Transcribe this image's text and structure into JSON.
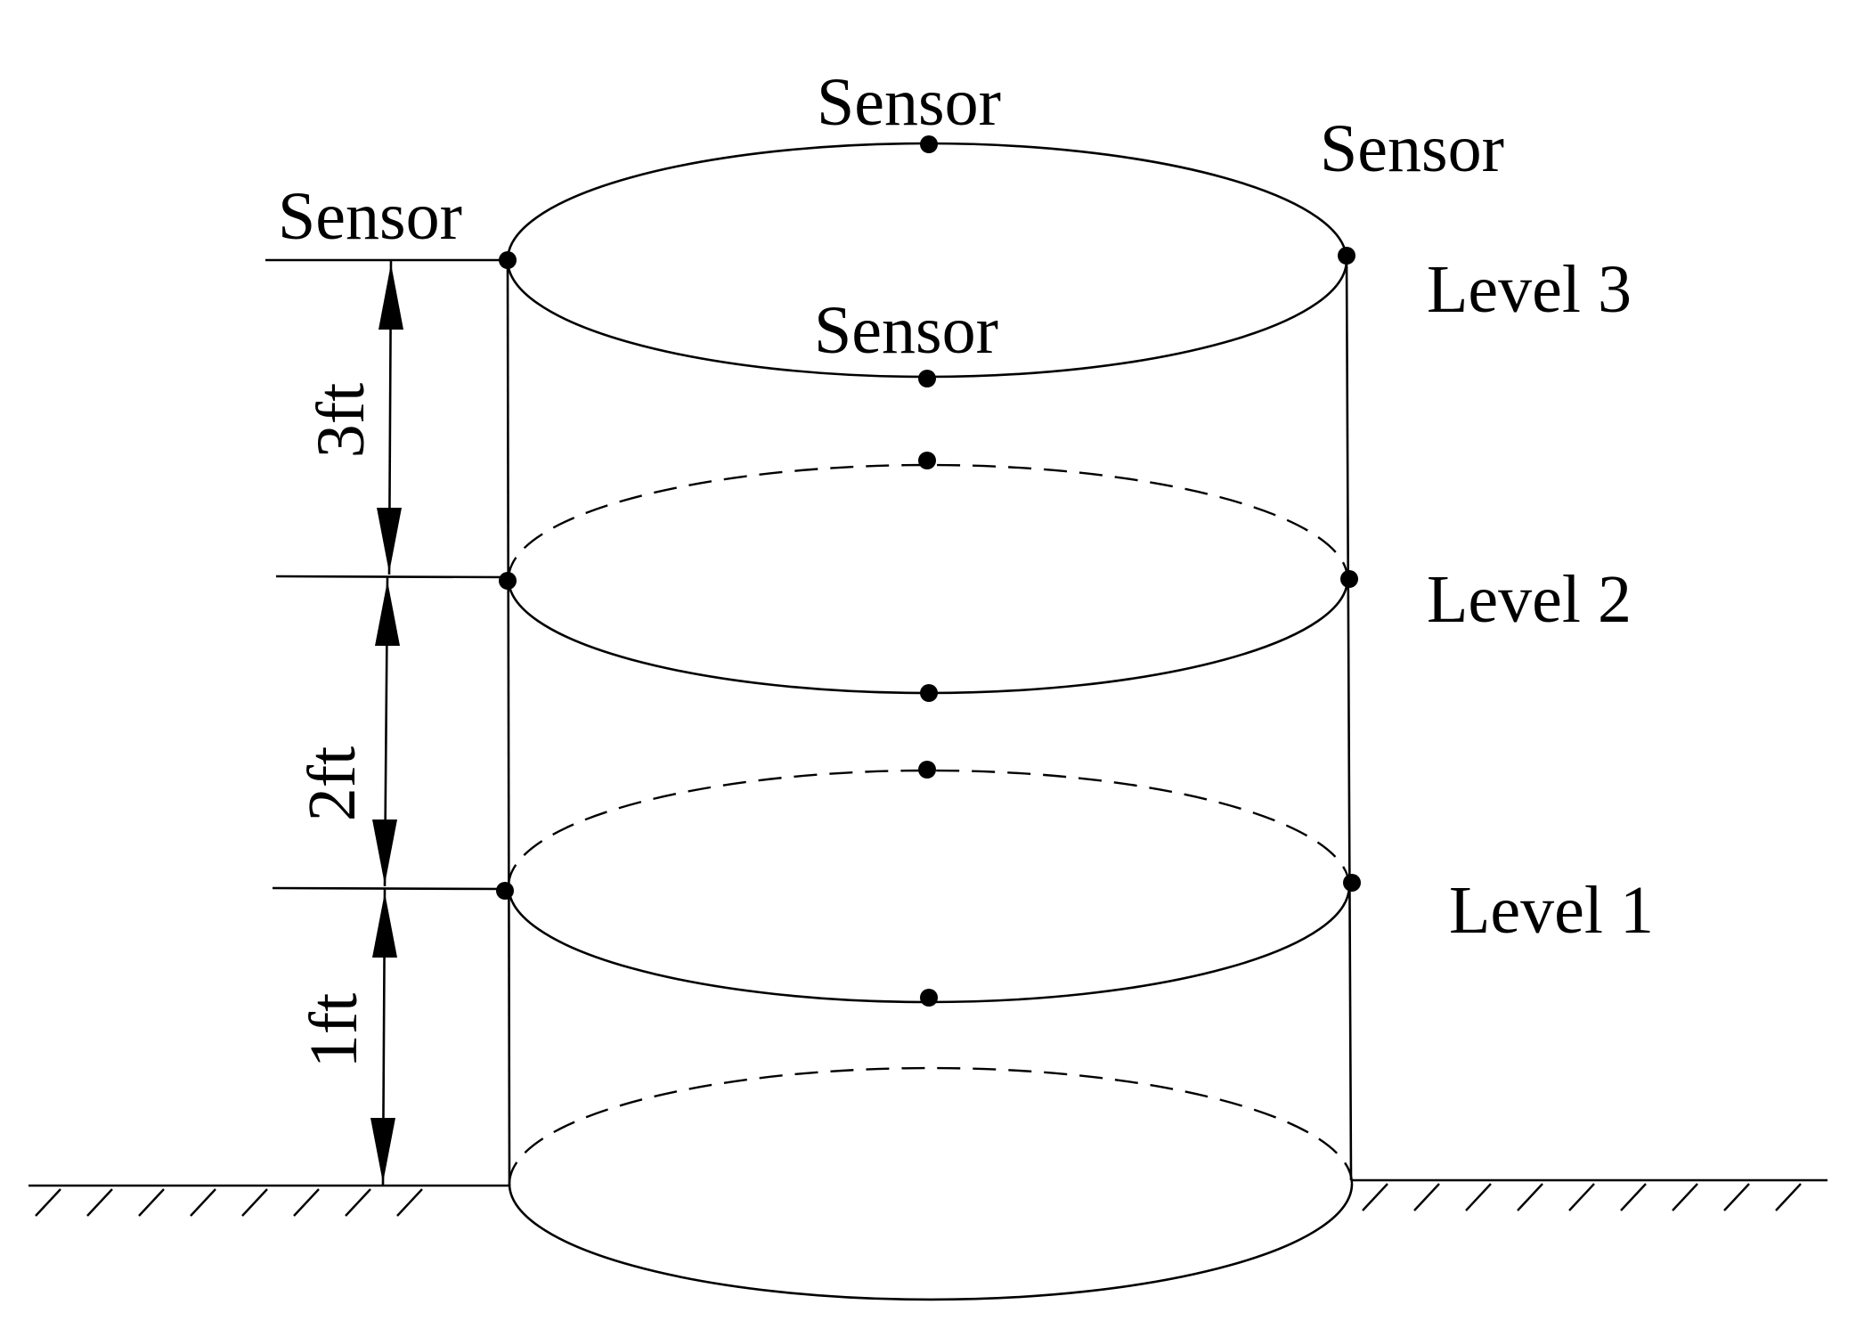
{
  "sensor_labels": {
    "top_center": "Sensor",
    "top_right": "Sensor",
    "top_left": "Sensor",
    "front_center": "Sensor"
  },
  "levels": {
    "level3": "Level 3",
    "level2": "Level 2",
    "level1": "Level 1"
  },
  "dimensions": {
    "upper": "3ft",
    "middle": "2ft",
    "lower": "1ft"
  }
}
